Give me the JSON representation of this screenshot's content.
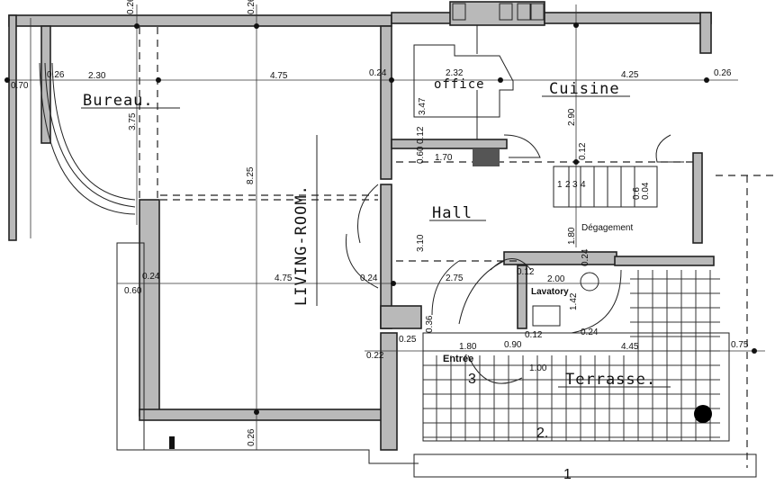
{
  "plan": {
    "rooms": {
      "bureau": "Bureau.",
      "living_room": "LIVING-ROOM.",
      "office": "office",
      "cuisine": "Cuisine",
      "hall": "Hall",
      "degagement": "Dégagement",
      "lavatory": "Lavatory",
      "entree": "Entrée",
      "terrasse": "Terrasse."
    },
    "dimensions": {
      "bureau_wall_top": "0.26",
      "living_wall_top": "0.26",
      "bureau_width": "2.30",
      "living_width_top": "4.75",
      "wall_mid": "0.24",
      "bureau_margin": "0.70",
      "bureau_wall_left": "0.26",
      "bureau_depth": "3.75",
      "living_depth": "8.25",
      "office_width": "2.32",
      "office_depth": "3.47",
      "cuisine_width": "4.25",
      "cuisine_wall_right": "0.26",
      "cuisine_depth": "2.90",
      "cuisine_wall_bottom": "0.12",
      "office_wall": "0.12",
      "hall_strip_depth": "0.60",
      "hall_strip_width": "1.70",
      "hall_depth": "3.10",
      "degagement_depth": "1.80",
      "stair_a": "0.6",
      "stair_b": "0.04",
      "lav_wall": "0.12",
      "lav_width": "2.00",
      "lav_depth": "1.42",
      "lav_wall_top": "0.24",
      "lav_wall_bottom": "0.24",
      "hall_width": "2.75",
      "living_wall_right": "0.24",
      "living_width_bottom": "4.75",
      "living_margin": "0.60",
      "living_wall_left": "0.24",
      "entree_width": "1.80",
      "entree_door": "0.90",
      "entree_step": "1.00",
      "entree_wall": "0.22",
      "entree_wall2": "0.25",
      "entree_wall3": "0.36",
      "entree_wall4": "0.12",
      "terrasse_width": "4.45",
      "terrasse_margin": "0.75",
      "living_wall_bottom": "0.26"
    },
    "stairs": [
      "1",
      "2",
      "3",
      "4"
    ],
    "markers": [
      "1",
      "2.",
      "3"
    ]
  }
}
